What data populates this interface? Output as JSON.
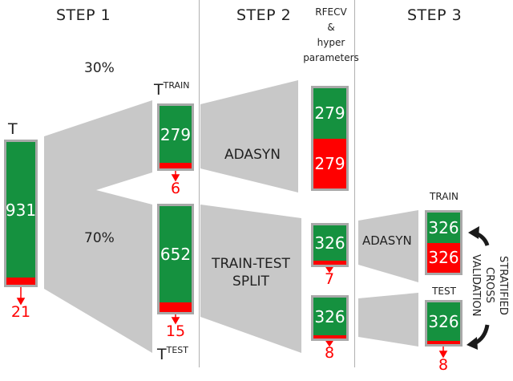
{
  "steps": [
    "STEP 1",
    "STEP 2",
    "STEP 3"
  ],
  "rfecv": {
    "line1": "RFECV",
    "line2": "&",
    "line3": "hyper",
    "line4": "parameters"
  },
  "step1": {
    "t_label": "T",
    "t_value": "931",
    "t_minority": "21",
    "split_train_pct": "30%",
    "split_test_pct": "70%",
    "train_label": {
      "base": "T",
      "sup": "TRAIN"
    },
    "train_value": "279",
    "train_minority": "6",
    "test_label": {
      "base": "T",
      "sup": "TEST"
    },
    "test_value": "652",
    "test_minority": "15"
  },
  "step2": {
    "adasyn_label": "ADASYN",
    "balanced_majority": "279",
    "balanced_minority": "279",
    "split_label_line1": "TRAIN-TEST",
    "split_label_line2": "SPLIT",
    "train_value": "326",
    "train_minority": "7",
    "test_value": "326",
    "test_minority": "8"
  },
  "step3": {
    "adasyn_label": "ADASYN",
    "train_label": "TRAIN",
    "train_majority": "326",
    "train_minority": "326",
    "test_label": "TEST",
    "test_value": "326",
    "test_minority": "8",
    "cv_line1": "STRATIFIED",
    "cv_line2": "CROSS",
    "cv_line3": "VALIDATION"
  },
  "colors": {
    "majority": "#15913f",
    "minority": "#ff0000",
    "flow": "#c8c8c8",
    "frame": "#a9a9a9"
  }
}
